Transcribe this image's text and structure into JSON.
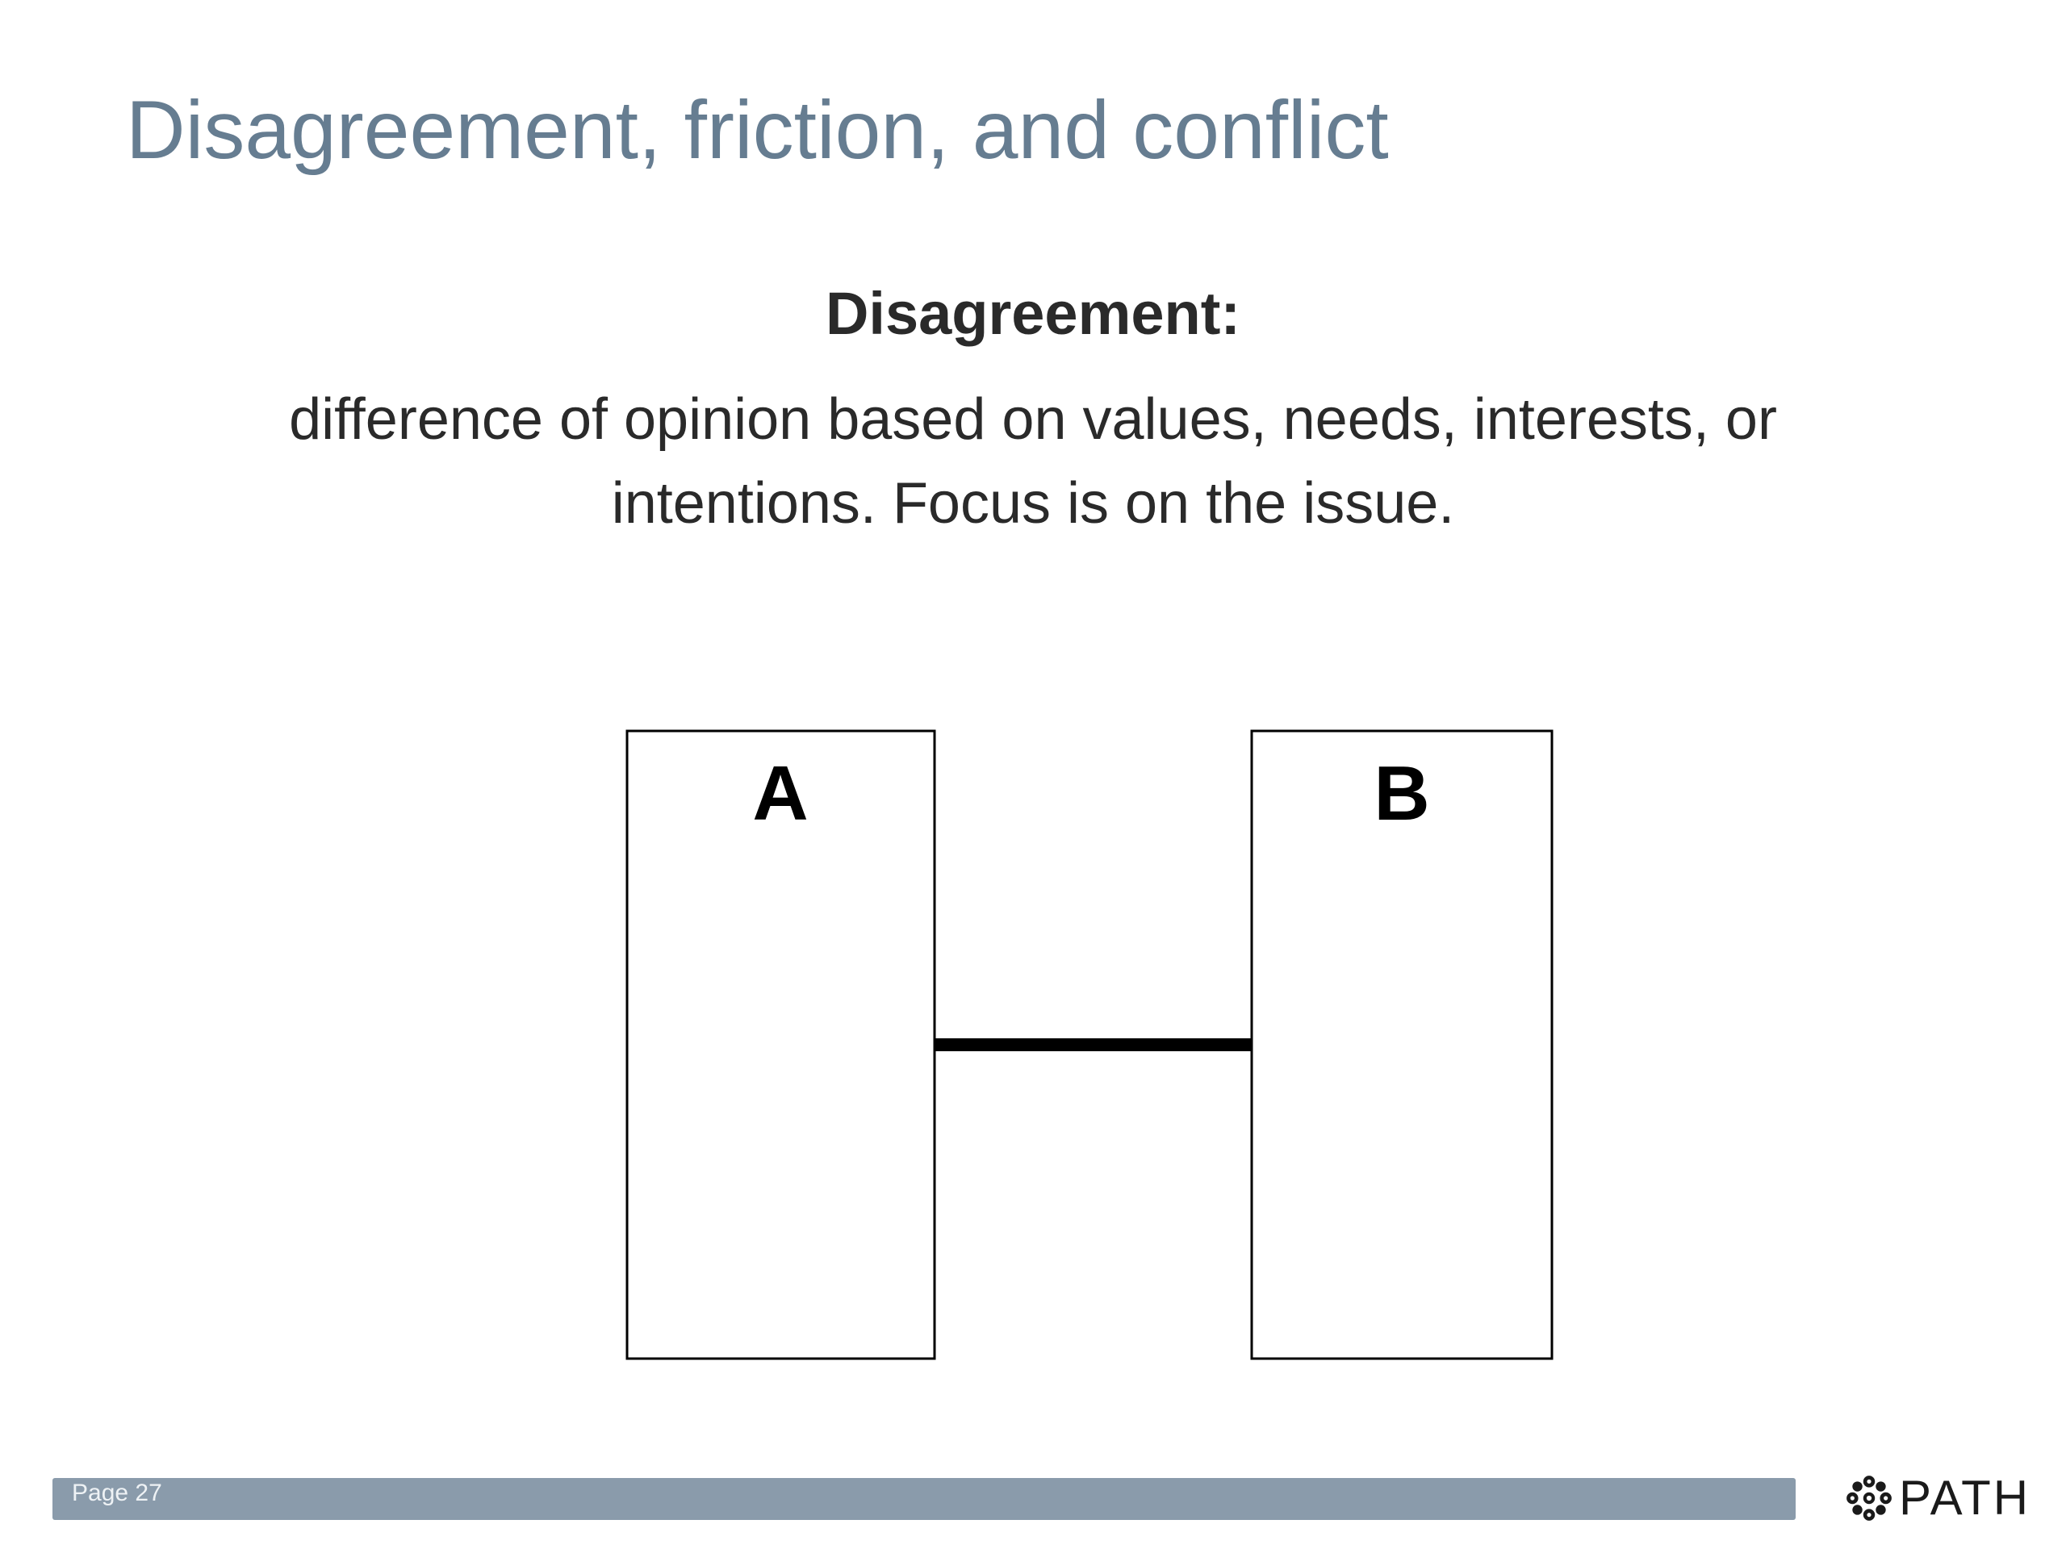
{
  "slide": {
    "title": "Disagreement, friction, and conflict",
    "term": "Disagreement:",
    "definition": "difference of opinion based on values, needs, interests, or intentions. Focus is on the issue."
  },
  "diagram": {
    "box_a_label": "A",
    "box_b_label": "B"
  },
  "footer": {
    "page_label": "Page 27",
    "logo_text": "PATH",
    "logo_icon": "path-flower-icon",
    "bar_color": "#8a9bab"
  },
  "colors": {
    "title": "#667d91",
    "body_text": "#2a2a2a"
  }
}
